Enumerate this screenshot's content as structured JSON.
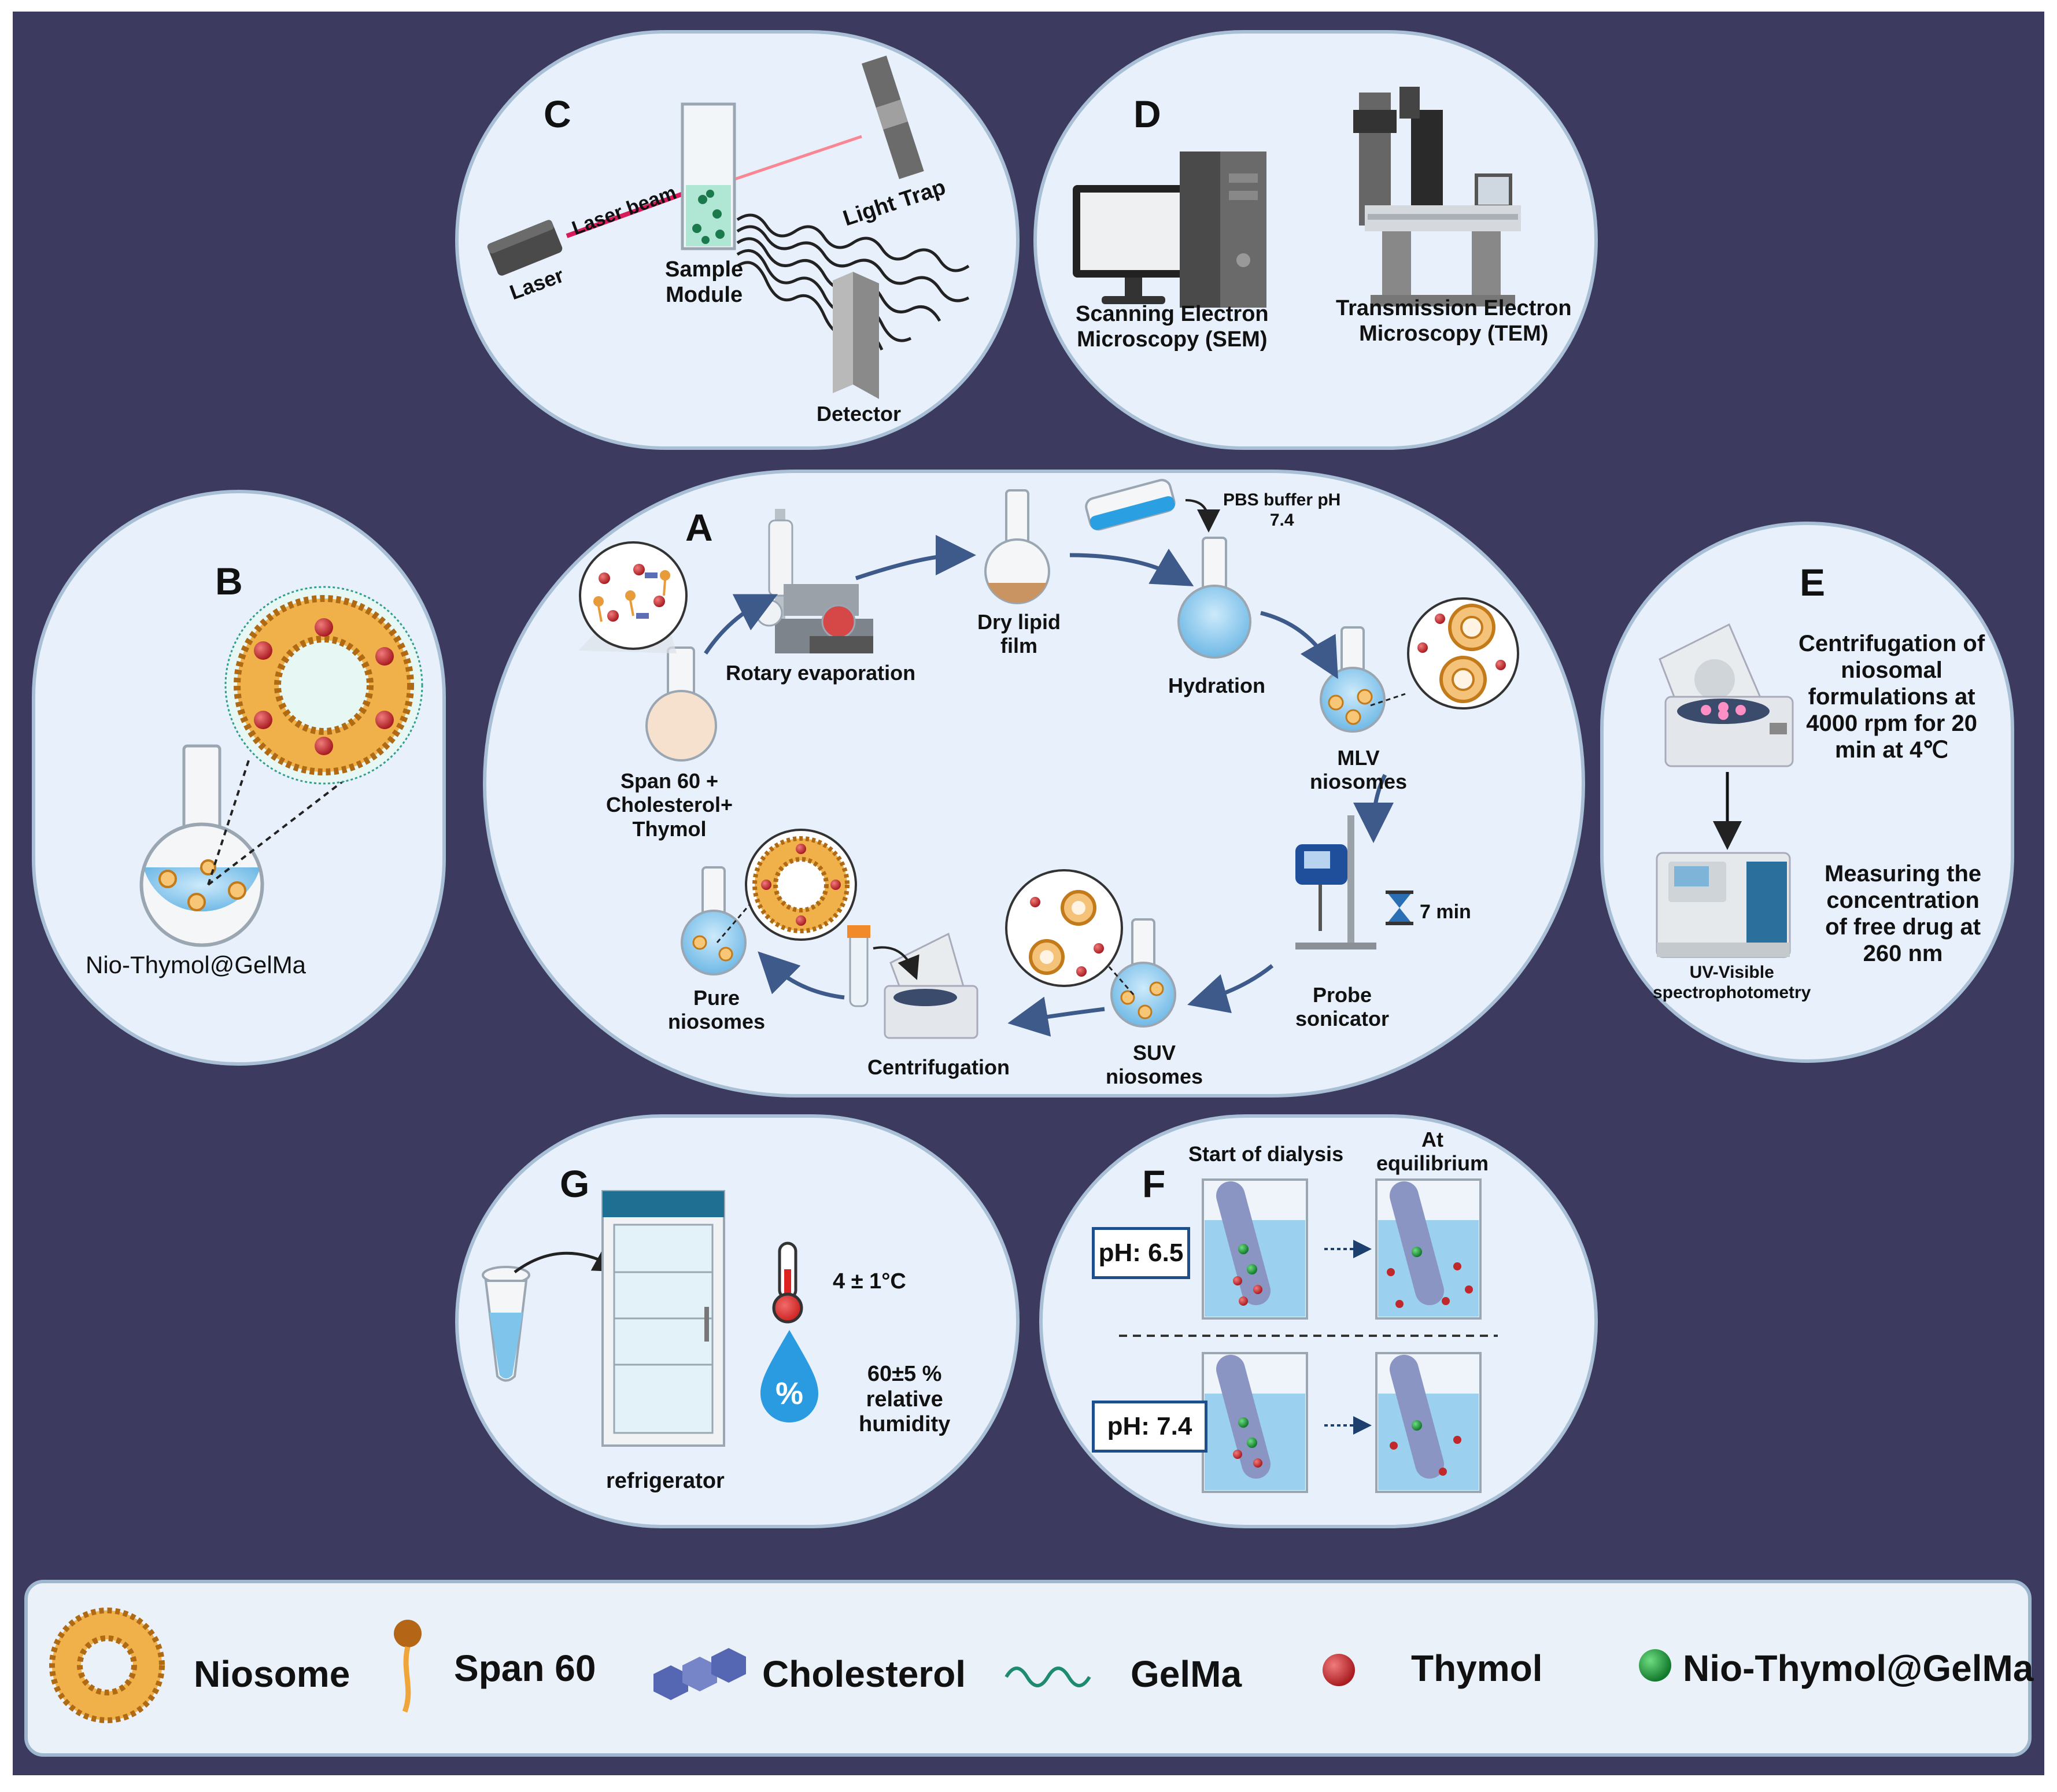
{
  "panels": {
    "A": {
      "letter": "A",
      "steps": {
        "start": "Span 60 +\nCholesterol+\nThymol",
        "rotary": "Rotary evaporation",
        "dry": "Dry lipid\nfilm",
        "pbs": "PBS buffer pH\n7.4",
        "hydration": "Hydration",
        "mlv": "MLV\nniosomes",
        "probe": "Probe\nsonicator",
        "time": "7 min",
        "suv": "SUV\nniosomes",
        "centrifugation": "Centrifugation",
        "pure": "Pure\nniosomes"
      }
    },
    "B": {
      "letter": "B",
      "caption": "Nio-Thymol@GelMa"
    },
    "C": {
      "letter": "C",
      "laser": "Laser",
      "laser_beam": "Laser beam",
      "sample_module": "Sample\nModule",
      "light_trap": "Light Trap",
      "detector": "Detector"
    },
    "D": {
      "letter": "D",
      "sem": "Scanning Electron\nMicroscopy (SEM)",
      "tem": "Transmission Electron\nMicroscopy (TEM)"
    },
    "E": {
      "letter": "E",
      "centrifugation_text": "Centrifugation of\nniosomal\nformulations at\n4000 rpm for 20\nmin at 4℃",
      "measuring_text": "Measuring the\nconcentration\nof free drug at\n260 nm",
      "uv": "UV-Visible\nspectrophotometry"
    },
    "F": {
      "letter": "F",
      "start": "Start of dialysis",
      "equilibrium": "At\nequilibrium",
      "ph1": "pH: 6.5",
      "ph2": "pH: 7.4"
    },
    "G": {
      "letter": "G",
      "refrigerator": "refrigerator",
      "temperature": "4 ± 1°C",
      "humidity": "60±5 %\nrelative\nhumidity"
    }
  },
  "legend": [
    {
      "icon": "niosome-icon",
      "label": "Niosome"
    },
    {
      "icon": "span60-icon",
      "label": "Span 60"
    },
    {
      "icon": "cholesterol-icon",
      "label": "Cholesterol"
    },
    {
      "icon": "gelma-icon",
      "label": "GelMa"
    },
    {
      "icon": "thymol-icon",
      "label": "Thymol"
    },
    {
      "icon": "nio-thymol-gelma-icon",
      "label": "Nio-Thymol@GelMa"
    }
  ],
  "colors": {
    "background": "#3c3b5f",
    "panel": "#e8f1fb",
    "panel_border": "#a9bfd6",
    "flow_arrow": "#3d5a8a",
    "niosome_shell": "#e8a33a",
    "thymol": "#c0282b",
    "nio_thymol_gelma": "#1f8c3a",
    "liquid": "#7fc4ea"
  }
}
